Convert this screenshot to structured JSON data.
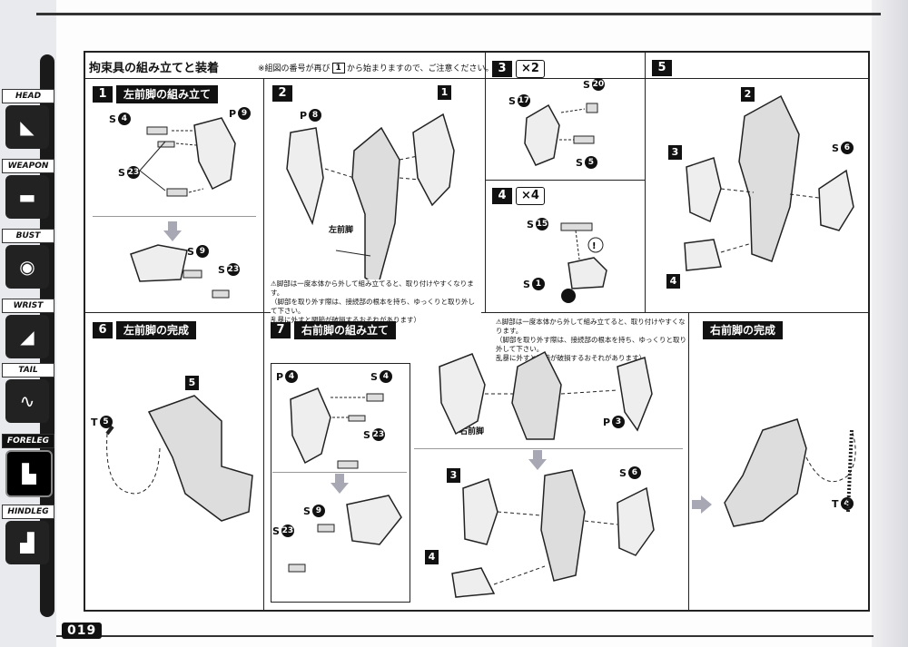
{
  "page_number": "019",
  "section_title": "拘束具の組み立てと装着",
  "section_note_prefix": "※組図の番号が再び",
  "section_note_num": "1",
  "section_note_suffix": "から始まりますので、ご注意ください。",
  "tabs": [
    {
      "label": "HEAD",
      "icon": "head-icon",
      "glyph": "◣"
    },
    {
      "label": "WEAPON",
      "icon": "weapon-icon",
      "glyph": "▬"
    },
    {
      "label": "BUST",
      "icon": "bust-icon",
      "glyph": "◉"
    },
    {
      "label": "WRIST",
      "icon": "wrist-icon",
      "glyph": "◢"
    },
    {
      "label": "TAIL",
      "icon": "tail-icon",
      "glyph": "∿"
    },
    {
      "label": "FORELEG",
      "icon": "foreleg-icon",
      "glyph": "▙"
    },
    {
      "label": "HINDLEG",
      "icon": "hindleg-icon",
      "glyph": "▟"
    }
  ],
  "active_tab": "FORELEG",
  "steps": {
    "s1": {
      "num": "1",
      "title": "左前脚の組み立て",
      "parts": {
        "a": {
          "l": "S",
          "n": "4"
        },
        "b": {
          "l": "P",
          "n": "9"
        },
        "c": {
          "l": "S",
          "n": "23"
        },
        "d": {
          "l": "S",
          "n": "9"
        },
        "e": {
          "l": "S",
          "n": "23"
        }
      }
    },
    "s2": {
      "num": "2",
      "parts": {
        "a": {
          "l": "P",
          "n": "8"
        }
      },
      "tag": "1",
      "caption": "左前脚",
      "warning": [
        "⚠脚部は一度本体から外して組み立てると、取り付けやすくなります。",
        "（脚部を取り外す際は、接続部の根本を持ち、ゆっくりと取り外して下さい。",
        "乱暴に外すと関節が破損するおそれがあります）"
      ]
    },
    "s3": {
      "num": "3",
      "mult": "×2",
      "parts": {
        "a": {
          "l": "S",
          "n": "17"
        },
        "b": {
          "l": "S",
          "n": "20"
        },
        "c": {
          "l": "S",
          "n": "5"
        }
      }
    },
    "s4": {
      "num": "4",
      "mult": "×4",
      "parts": {
        "a": {
          "l": "S",
          "n": "15"
        },
        "b": {
          "l": "S",
          "n": "1"
        }
      }
    },
    "s5": {
      "num": "5",
      "tags": {
        "a": "2",
        "b": "3",
        "c": "4"
      },
      "parts": {
        "a": {
          "l": "S",
          "n": "6"
        }
      }
    },
    "s6": {
      "num": "6",
      "title": "左前脚の完成",
      "tag": "5",
      "parts": {
        "a": {
          "l": "T",
          "n": "5"
        }
      }
    },
    "s7": {
      "num": "7",
      "title": "右前脚の組み立て",
      "parts": {
        "a": {
          "l": "P",
          "n": "4"
        },
        "b": {
          "l": "S",
          "n": "4"
        },
        "c": {
          "l": "S",
          "n": "23"
        },
        "d": {
          "l": "S",
          "n": "9"
        },
        "e": {
          "l": "S",
          "n": "23"
        },
        "f": {
          "l": "P",
          "n": "3"
        },
        "g": {
          "l": "S",
          "n": "6"
        }
      },
      "tags": {
        "a": "3",
        "b": "4"
      },
      "caption": "右前脚",
      "warning": [
        "⚠脚部は一度本体から外して組み立てると、取り付けやすくなります。",
        "（脚部を取り外す際は、接続部の根本を持ち、ゆっくりと取り外して下さい。",
        "乱暴に外すと関節が破損するおそれがあります）"
      ]
    },
    "s8": {
      "title": "右前脚の完成",
      "parts": {
        "a": {
          "l": "T",
          "n": "4"
        }
      }
    }
  }
}
